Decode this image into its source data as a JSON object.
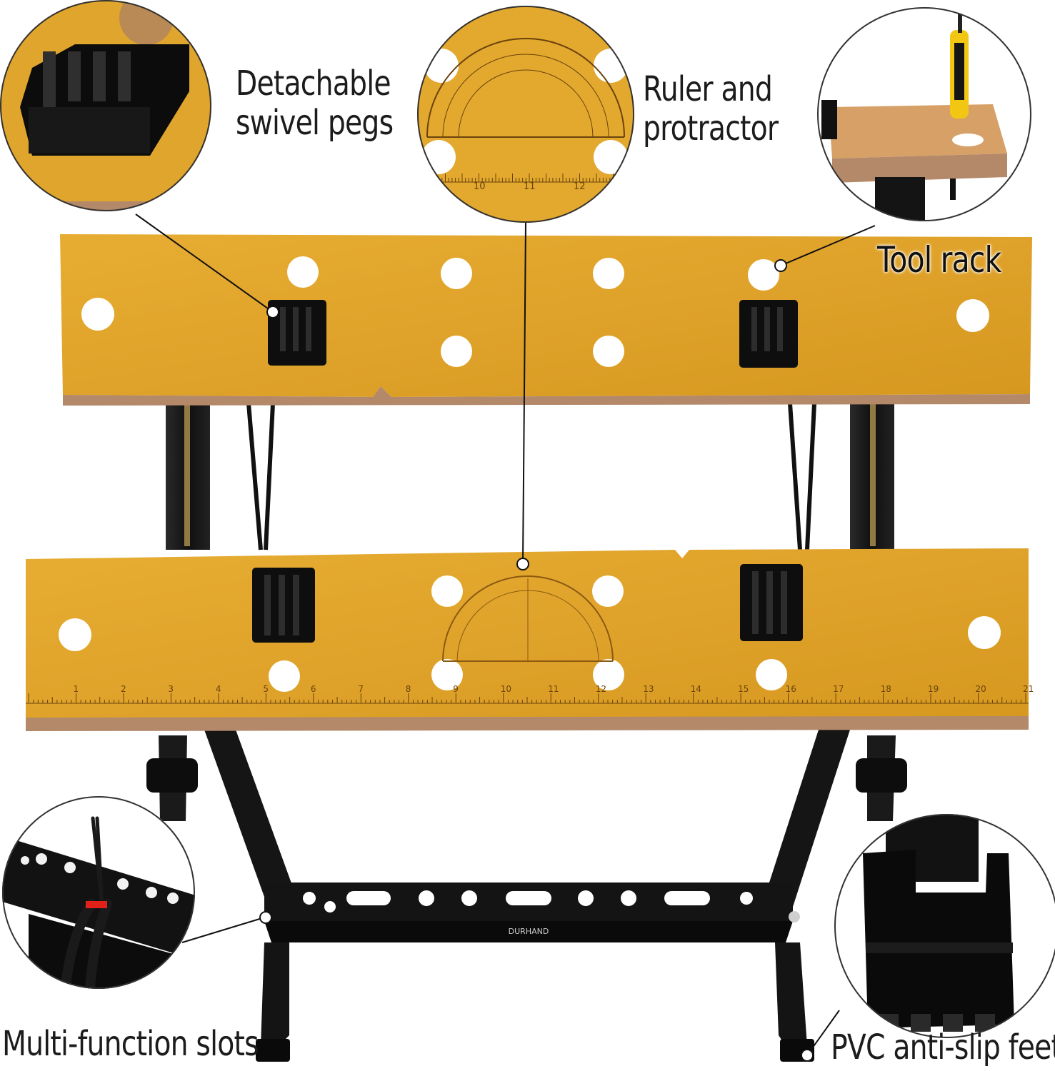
{
  "callouts": {
    "swivel_pegs": {
      "line1": "Detachable",
      "line2": "swivel pegs",
      "icon": "rubber-peg"
    },
    "ruler": {
      "line1": "Ruler and",
      "line2": "protractor",
      "icon": "protractor"
    },
    "tool_rack": {
      "label": "Tool rack",
      "icon": "screwdriver"
    },
    "slots": {
      "label": "Multi-function slots",
      "icon": "pliers"
    },
    "feet": {
      "label": "PVC anti-slip feet",
      "icon": "pvc-foot-cap"
    }
  },
  "ruler_numbers": [
    "1",
    "2",
    "3",
    "4",
    "5",
    "6",
    "7",
    "8",
    "9",
    "10",
    "11",
    "12",
    "13",
    "14",
    "15",
    "16",
    "17",
    "18",
    "19",
    "20",
    "21"
  ],
  "ruler_inset_numbers": [
    "10",
    "11",
    "12"
  ],
  "brand_mark": "DURHAND",
  "colors": {
    "wood": "#e0a52c",
    "wood_dark": "#c9871c",
    "edge": "#b3896a",
    "steel": "#151515",
    "rubber": "#0d0d0d",
    "label_text": "#1c1c1c"
  }
}
